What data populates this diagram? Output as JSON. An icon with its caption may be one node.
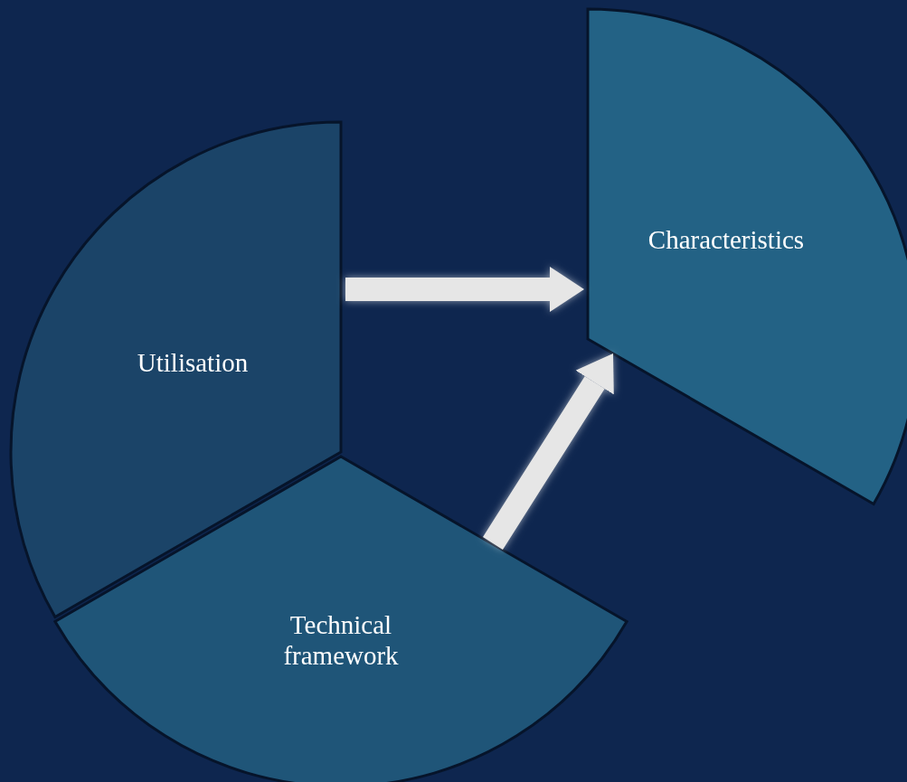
{
  "diagram": {
    "nodes": [
      {
        "text": [
          "Utilisation"
        ]
      },
      {
        "text": [
          "Technical framework"
        ]
      },
      {
        "text": [
          "Characteristics"
        ]
      }
    ],
    "edges": [
      {
        "from": 0,
        "to": 2,
        "arrow": "to"
      },
      {
        "from": 1,
        "to": 2,
        "arrow": "to"
      }
    ]
  }
}
